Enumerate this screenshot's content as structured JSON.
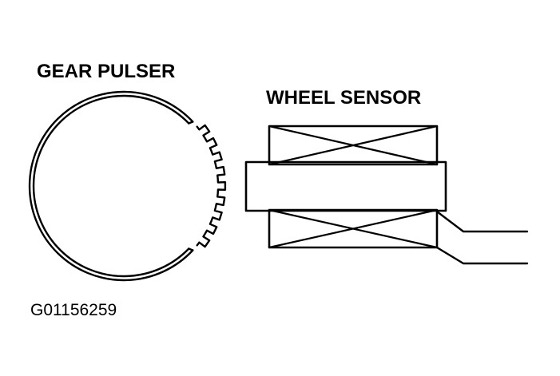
{
  "labels": {
    "gear_pulser": "GEAR PULSER",
    "wheel_sensor": "WHEEL SENSOR",
    "figure_id": "G01156259"
  },
  "colors": {
    "ink": "#000000",
    "background": "#ffffff"
  }
}
